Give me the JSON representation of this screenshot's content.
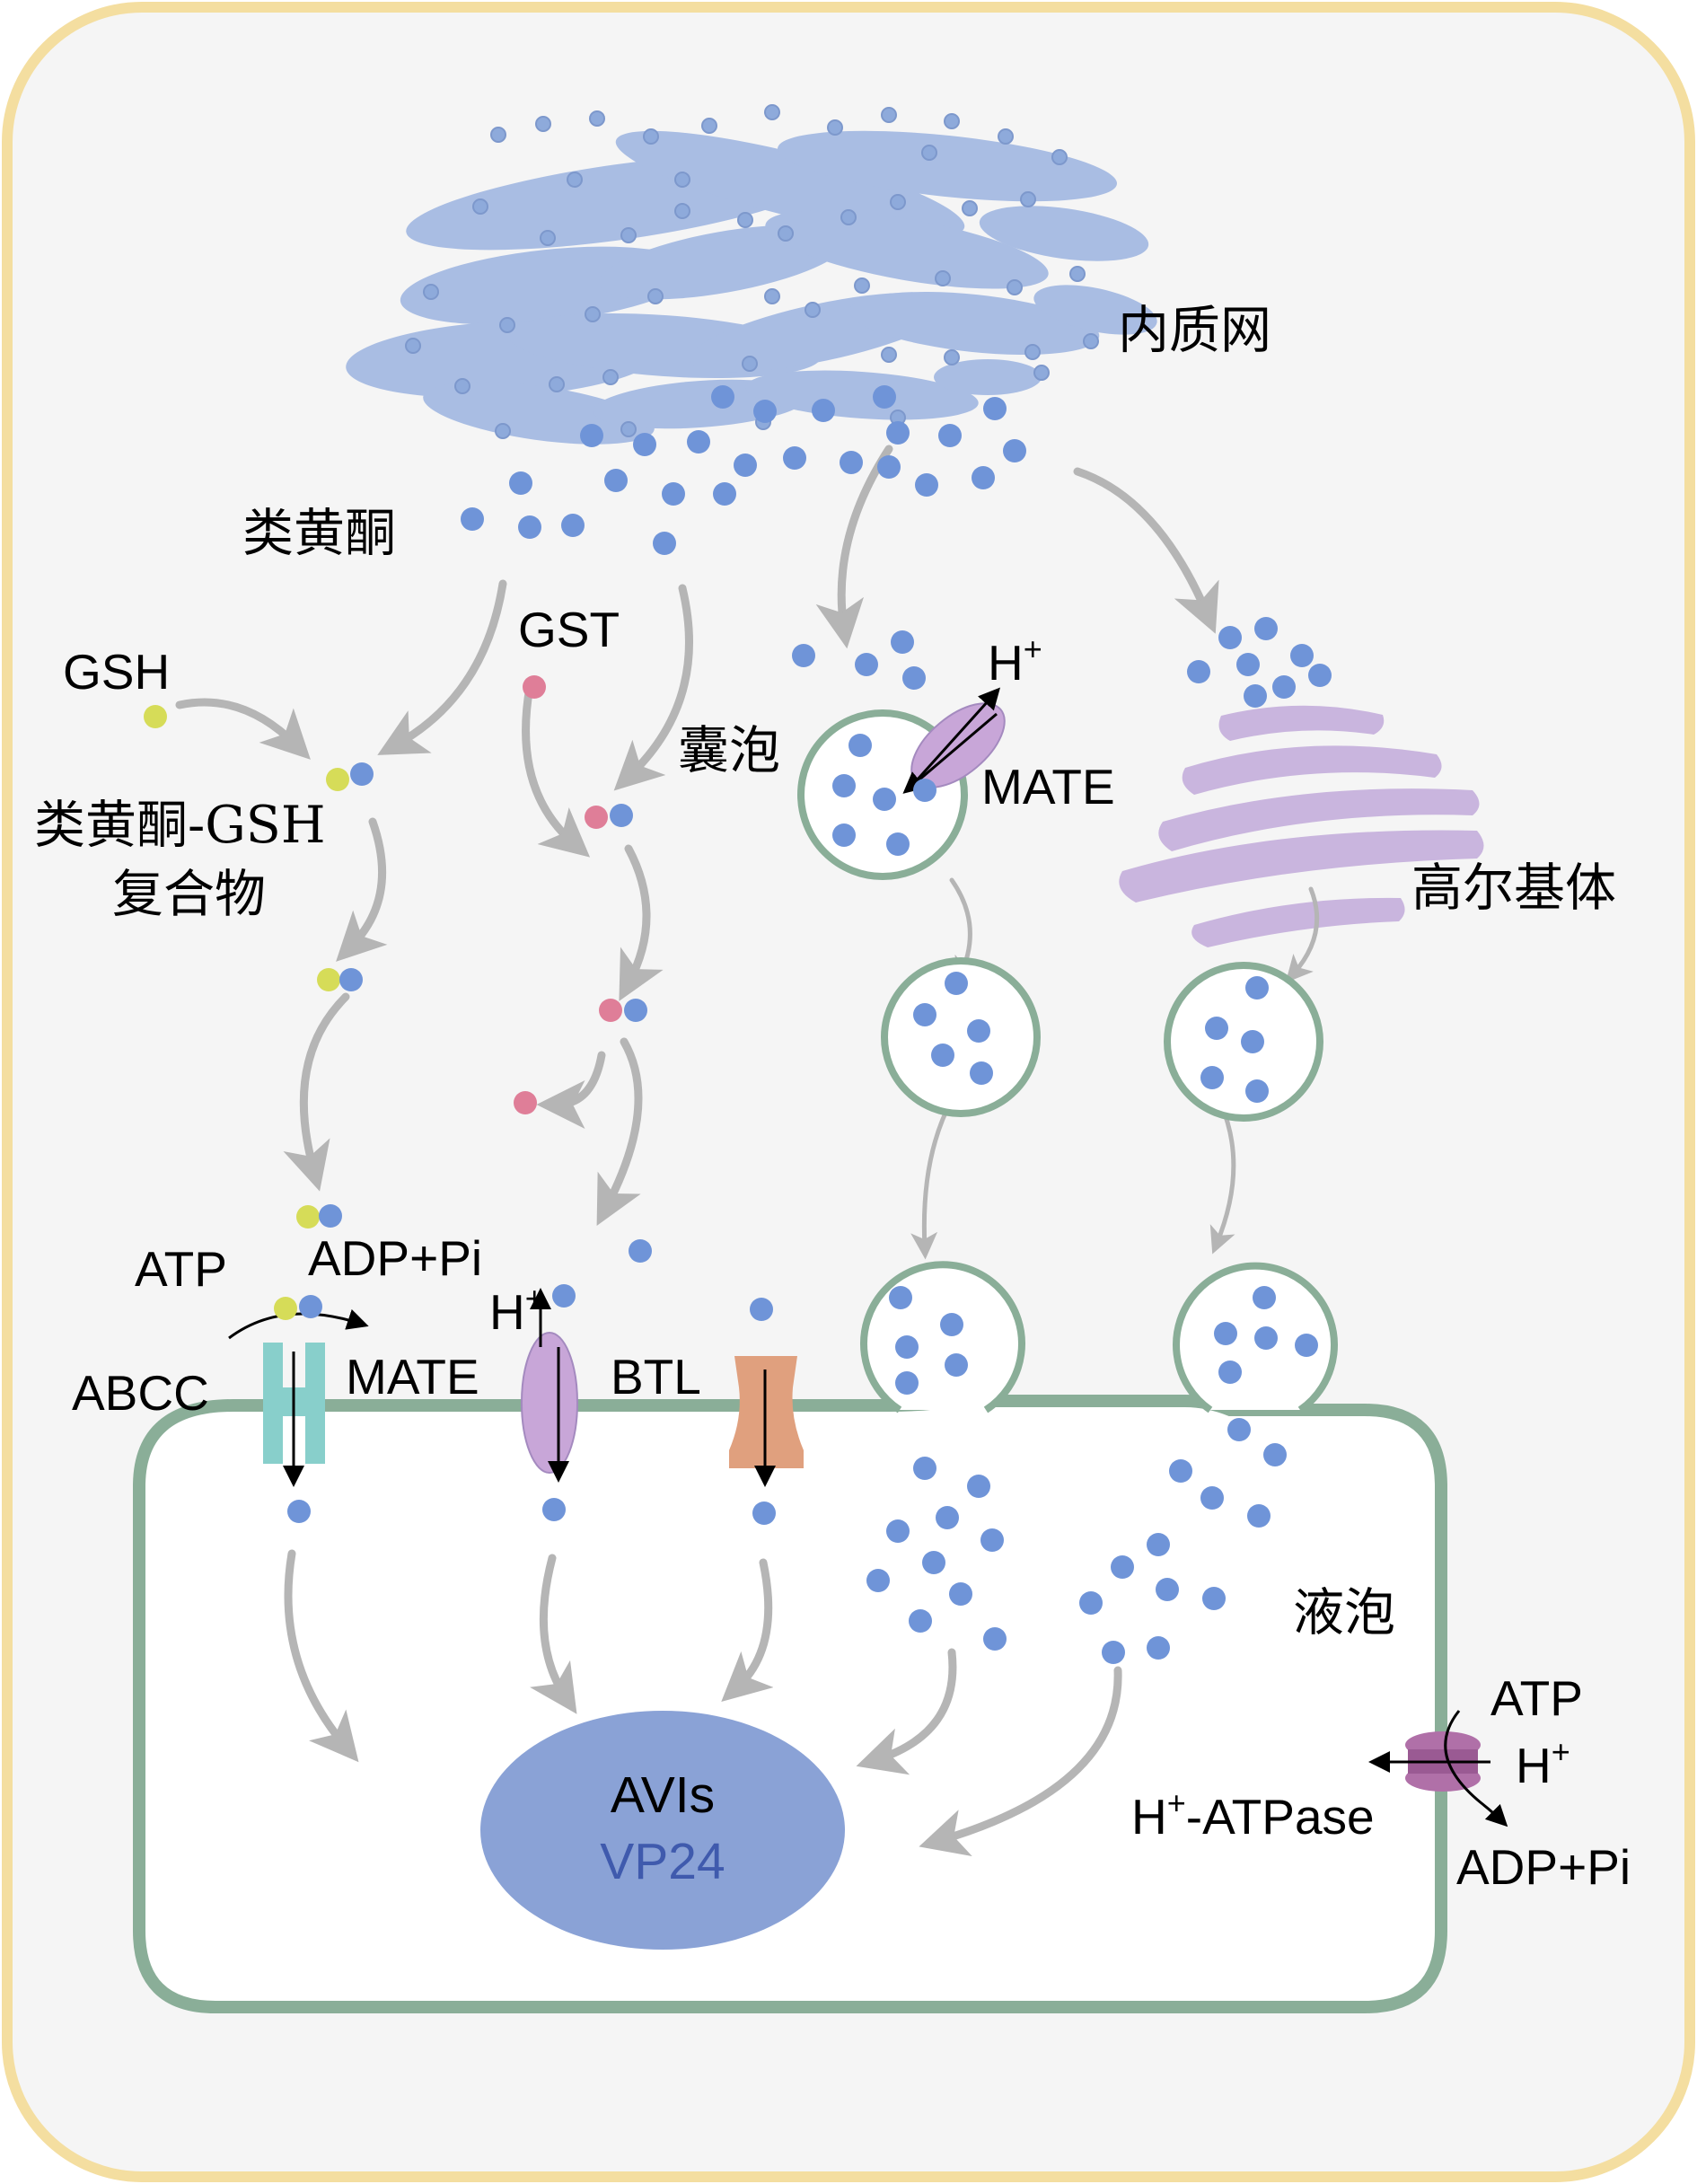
{
  "labels": {
    "er": "内质网",
    "flavonoid": "类黄酮",
    "gsh": "GSH",
    "gst": "GST",
    "vesicle": "囊泡",
    "h_vesicle": "H",
    "plus": "+",
    "mate_vesicle": "MATE",
    "complex_line1": "类黄酮-GSH",
    "complex_line2": "复合物",
    "golgi": "高尔基体",
    "atp_left": "ATP",
    "adp_pi_left": "ADP+Pi",
    "h_mate": "H",
    "abcc": "ABCC",
    "mate_tonoplast": "MATE",
    "btl": "BTL",
    "vacuole": "液泡",
    "atp_right": "ATP",
    "h_right": "H",
    "h_atpase": "H",
    "h_atpase_suffix": "-ATPase",
    "adp_pi_right": "ADP+Pi",
    "avis": "AVIs",
    "vp24": "VP24"
  },
  "colors": {
    "cell_fill": "#f5f5f5",
    "cell_border": "#f4dea0",
    "er": "#a9bde3",
    "flavonoid_dot": "#6f94d8",
    "gsh_dot": "#d6dc58",
    "gst_dot": "#df7e98",
    "tonoplast": "#8aae98",
    "golgi": "#c9b5de",
    "abcc": "#88cfcb",
    "mate": "#c8a6d8",
    "btl": "#e0a07e",
    "atpase": "#b070a8",
    "avi": "#8aa2d6",
    "vp24_text": "#3f5aad",
    "arrow": "#b5b5b5"
  }
}
